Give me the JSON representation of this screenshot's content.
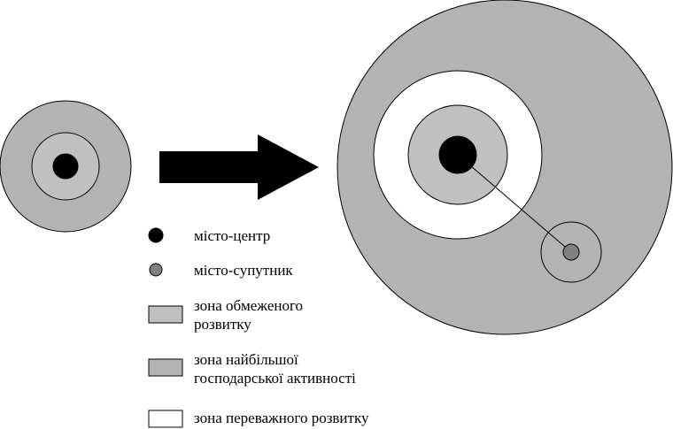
{
  "colors": {
    "center_city": "#000000",
    "satellite_city": "#808080",
    "restricted_zone": "#c0c0c0",
    "activity_zone": "#b3b3b3",
    "priority_zone": "#ffffff",
    "outline": "#000000"
  },
  "legend": {
    "center_city": "місто-центр",
    "satellite_city": "місто-супутник",
    "restricted_zone_line1": "зона обмеженого",
    "restricted_zone_line2": "розвитку",
    "activity_zone_line1": "зона найбільшої",
    "activity_zone_line2": "господарської активності",
    "priority_zone": "зона переважного розвитку"
  }
}
